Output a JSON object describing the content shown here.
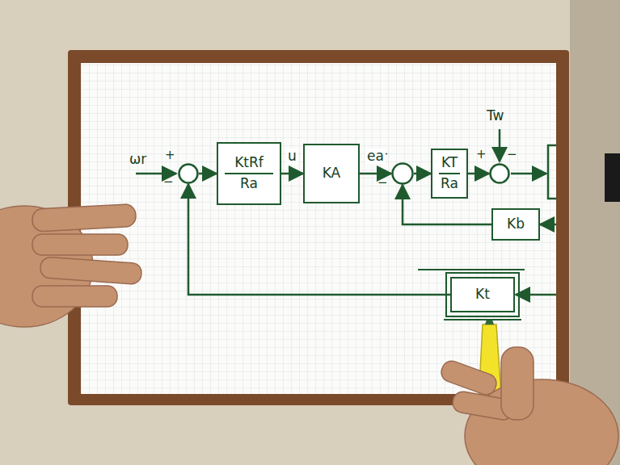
{
  "diagram": {
    "nodes": [
      {
        "text": [
          "+",
          "−"
        ]
      },
      {
        "text": [
          "KtRf",
          "Ra"
        ]
      },
      {
        "text": [
          "KA"
        ]
      },
      {
        "text": [
          "+",
          "−"
        ]
      },
      {
        "text": [
          "KT",
          "Ra"
        ]
      },
      {
        "text": [
          "+",
          "−"
        ]
      },
      {
        "text": [
          "Kb"
        ]
      },
      {
        "text": [
          "Kt"
        ]
      }
    ],
    "edges": [
      {
        "from": 0,
        "to": 1,
        "arrow": "to"
      },
      {
        "from": 1,
        "to": 2,
        "label": "u",
        "arrow": "to"
      },
      {
        "from": 2,
        "to": 3,
        "label": "ea",
        "arrow": "to"
      },
      {
        "from": 3,
        "to": 4,
        "arrow": "to"
      },
      {
        "from": 4,
        "to": 5,
        "arrow": "to"
      },
      {
        "from": 6,
        "to": 3,
        "arrow": "to"
      },
      {
        "from": 7,
        "to": 0,
        "arrow": "to"
      }
    ],
    "labels": [
      "ωr",
      "Tw"
    ]
  }
}
